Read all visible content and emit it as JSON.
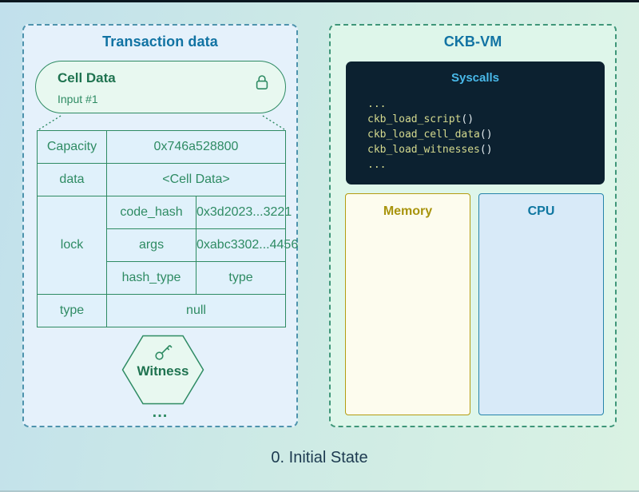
{
  "caption": "0. Initial State",
  "left_panel": {
    "title": "Transaction data",
    "cell_card": {
      "title": "Cell Data",
      "subtitle": "Input #1",
      "icon": "lock-icon"
    },
    "table": {
      "rows": [
        {
          "label": "Capacity",
          "value": "0x746a528800"
        },
        {
          "label": "data",
          "value": "<Cell Data>"
        },
        {
          "label": "lock",
          "sub": [
            {
              "key": "code_hash",
              "value": "0x3d2023...3221"
            },
            {
              "key": "args",
              "value": "0xabc3302...4456"
            },
            {
              "key": "hash_type",
              "value": "type"
            }
          ]
        },
        {
          "label": "type",
          "value": "null"
        }
      ]
    },
    "witness": {
      "label": "Witness",
      "icon": "key-icon",
      "more": "..."
    }
  },
  "right_panel": {
    "title": "CKB-VM",
    "syscalls": {
      "title": "Syscalls",
      "lines": [
        {
          "name": "...",
          "parens": ""
        },
        {
          "name": "ckb_load_script",
          "parens": "()"
        },
        {
          "name": "ckb_load_cell_data",
          "parens": "()"
        },
        {
          "name": "ckb_load_witnesses",
          "parens": "()"
        },
        {
          "name": "...",
          "parens": ""
        }
      ]
    },
    "memory": {
      "label": "Memory"
    },
    "cpu": {
      "label": "CPU"
    }
  },
  "colors": {
    "titleBlue": "#1173a3",
    "green": "#2e8b63",
    "greenDark": "#1f7350",
    "mintFill": "#e8f8f0",
    "cellBg": "#e0f1fb",
    "leftPanelBg": "#e5f1fb",
    "leftPanelBorder": "#4e93ad",
    "rightPanelBg": "#def6ea",
    "rightPanelBorder": "#3f9679",
    "codeBg": "#0c2130",
    "codeTitle": "#49b9e9",
    "codeText": "#d4d98e",
    "codeParen": "#e3ebee",
    "memBg": "#fdfcee",
    "memBorder": "#b49c10",
    "memText": "#a8940d",
    "cpuBg": "#d8eaf8",
    "cpuBorder": "#2684ab",
    "cpuText": "#0e76a0",
    "captionColor": "#1c3a50"
  }
}
